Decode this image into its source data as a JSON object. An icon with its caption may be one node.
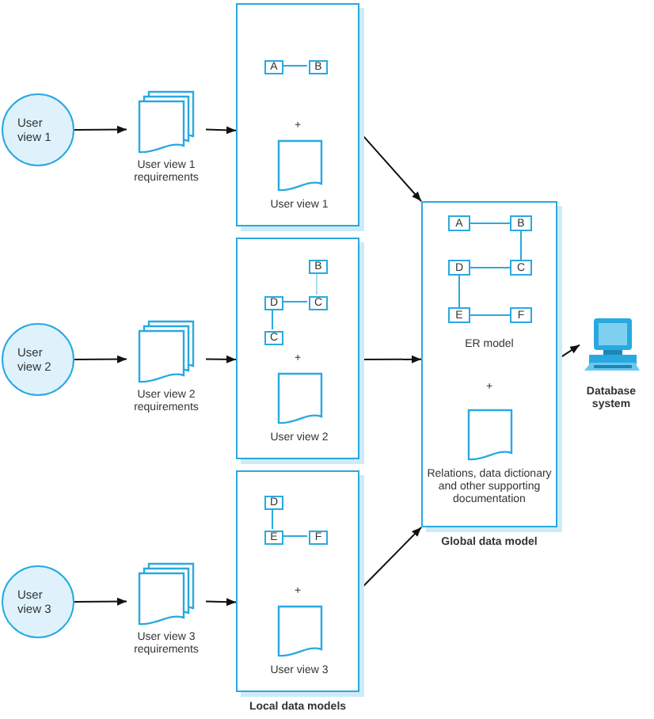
{
  "diagram": {
    "nodes": [
      {
        "text": [],
        "shape": "box"
      },
      {
        "text": [
          "A"
        ],
        "in": 0
      },
      {
        "text": [
          "B"
        ],
        "in": 0
      },
      {
        "text": [
          "User view 1"
        ],
        "in": 0
      },
      {
        "text": [
          "User view 1"
        ]
      },
      {
        "text": [
          "User view 1 requirements"
        ]
      },
      {
        "text": [
          "Global data model"
        ]
      },
      {
        "text": [
          "A"
        ],
        "in": 6
      },
      {
        "text": [
          "B"
        ],
        "in": 6
      },
      {
        "text": [
          "D"
        ],
        "in": 6
      },
      {
        "text": [
          "C"
        ],
        "in": 6
      },
      {
        "text": [
          "E"
        ],
        "in": 6
      },
      {
        "text": [
          "F"
        ],
        "in": 6
      },
      {
        "text": [
          "Relations, data dictionary and other supporting documentation"
        ],
        "in": 6
      },
      {
        "text": [
          "Database system"
        ]
      },
      {
        "text": [],
        "shape": "box"
      },
      {
        "text": [
          "B"
        ],
        "in": 15
      },
      {
        "text": [
          "D"
        ],
        "in": 15
      },
      {
        "text": [
          "C"
        ],
        "in": 15
      },
      {
        "text": [
          "C"
        ],
        "in": 15
      },
      {
        "text": [
          "User view 2"
        ],
        "in": 15
      },
      {
        "text": [
          "User view 2"
        ]
      },
      {
        "text": [
          "User view 2 requirements"
        ]
      },
      {
        "text": [],
        "shape": "box"
      },
      {
        "text": [
          "D"
        ],
        "in": 23
      },
      {
        "text": [
          "E"
        ],
        "in": 23
      },
      {
        "text": [
          "F"
        ],
        "in": 23
      },
      {
        "text": [
          "User view 3"
        ],
        "in": 23
      },
      {
        "text": [
          "User view 3"
        ]
      },
      {
        "text": [
          "User view 3 requirements"
        ]
      }
    ],
    "edges": [
      {
        "from": 4,
        "to": 5,
        "arrow": "to"
      },
      {
        "from": 5,
        "to": 0,
        "arrow": "to"
      },
      {
        "from": 0,
        "to": 6,
        "arrow": "to"
      },
      {
        "from": 21,
        "to": 22,
        "arrow": "to"
      },
      {
        "from": 22,
        "to": 15,
        "arrow": "to"
      },
      {
        "from": 15,
        "to": 6,
        "arrow": "to"
      },
      {
        "from": 28,
        "to": 29,
        "arrow": "to"
      },
      {
        "from": 29,
        "to": 23,
        "arrow": "to"
      },
      {
        "from": 23,
        "to": 6,
        "arrow": "to"
      },
      {
        "from": 6,
        "to": 14,
        "arrow": "to"
      },
      {
        "from": 1,
        "to": 2,
        "arrow": "none",
        "color": "#29a9e0"
      },
      {
        "from": 16,
        "to": 18,
        "arrow": "none",
        "color": "#a8dcf2"
      },
      {
        "from": 17,
        "to": 18,
        "arrow": "none",
        "color": "#29a9e0"
      },
      {
        "from": 17,
        "to": 19,
        "arrow": "none",
        "color": "#29a9e0"
      },
      {
        "from": 24,
        "to": 25,
        "arrow": "none",
        "color": "#29a9e0"
      },
      {
        "from": 25,
        "to": 26,
        "arrow": "none",
        "color": "#29a9e0"
      },
      {
        "from": 7,
        "to": 8,
        "arrow": "none",
        "color": "#29a9e0"
      },
      {
        "from": 8,
        "to": 10,
        "arrow": "none",
        "color": "#29a9e0"
      },
      {
        "from": 9,
        "to": 10,
        "arrow": "none",
        "color": "#29a9e0"
      },
      {
        "from": 9,
        "to": 11,
        "arrow": "none",
        "color": "#29a9e0"
      },
      {
        "from": 11,
        "to": 12,
        "arrow": "none",
        "color": "#29a9e0"
      }
    ],
    "labels": [
      "+",
      "ER model",
      "+",
      "+",
      "+",
      "Local data models"
    ]
  }
}
